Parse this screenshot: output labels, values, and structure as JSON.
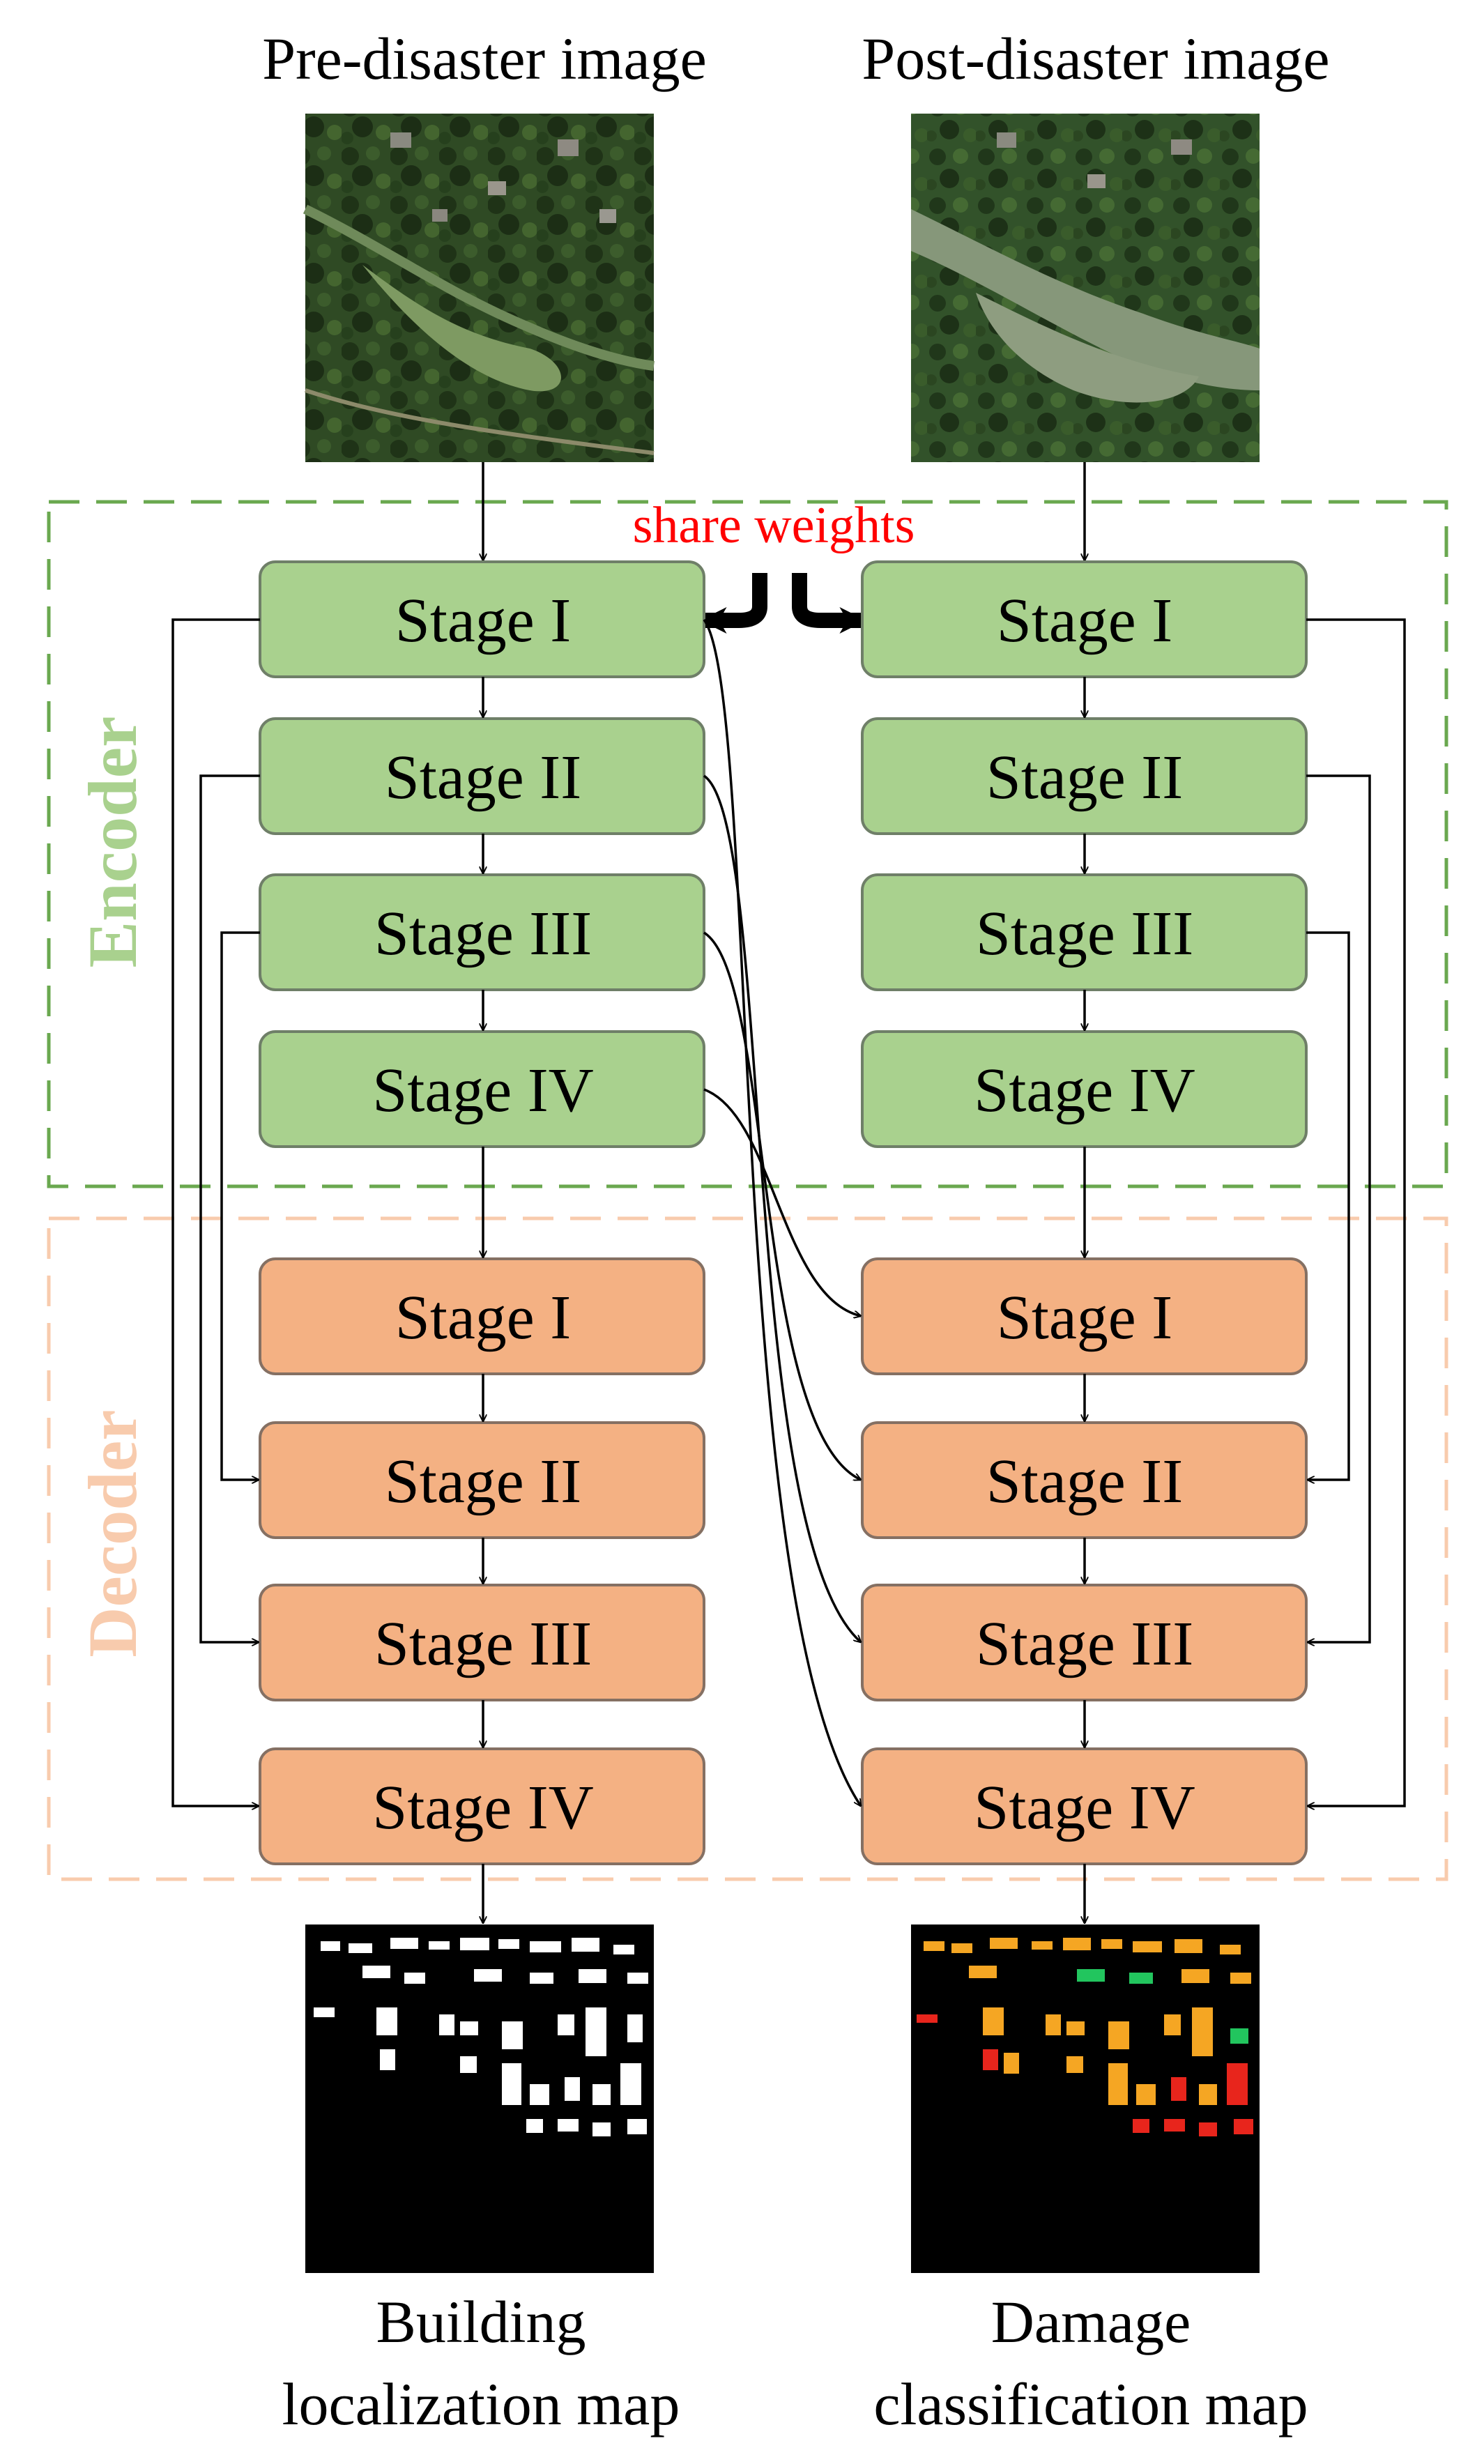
{
  "inputs": {
    "pre_title": "Pre-disaster image",
    "post_title": "Post-disaster image"
  },
  "share_label": "share weights",
  "encoder": {
    "label": "Encoder",
    "color": "#a9d18e",
    "border_color": "#6aa84f",
    "stages": [
      "Stage I",
      "Stage II",
      "Stage III",
      "Stage IV"
    ]
  },
  "decoder": {
    "label": "Decoder",
    "color": "#f4b183",
    "border_color": "#f8cbad",
    "stages": [
      "Stage I",
      "Stage II",
      "Stage III",
      "Stage IV"
    ]
  },
  "outputs": {
    "left_line1": "Building",
    "left_line2": "localization map",
    "right_line1": "Damage",
    "right_line2": "classification map"
  },
  "colors": {
    "share_text": "#ff0000",
    "encoder_text": "#a9d18e",
    "decoder_text": "#f8cbad",
    "damage_minor": "#f5a623",
    "damage_none": "#22c55e",
    "damage_major": "#e8251c"
  }
}
